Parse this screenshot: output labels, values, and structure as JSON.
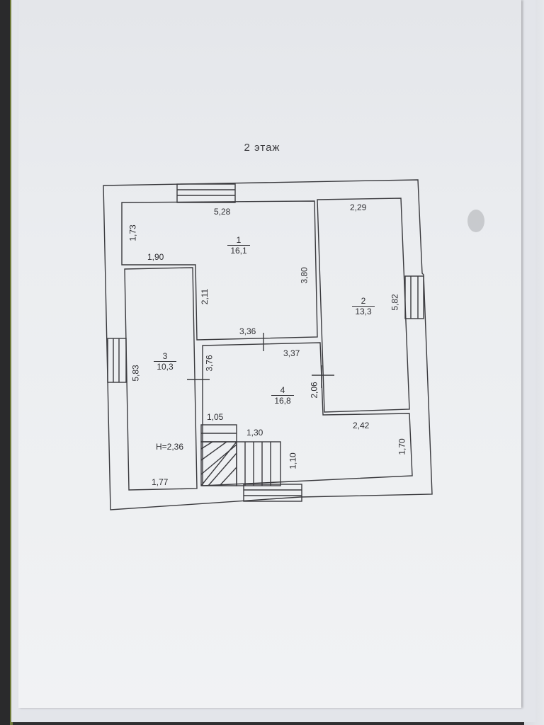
{
  "title": "2 этаж",
  "rooms": [
    {
      "number": "1",
      "area": "16,1"
    },
    {
      "number": "2",
      "area": "13,3"
    },
    {
      "number": "3",
      "area": "10,3"
    },
    {
      "number": "4",
      "area": "16,8"
    }
  ],
  "dimensions": {
    "r1_top": "5,28",
    "r1_left": "1,73",
    "r1_step": "1,90",
    "r1_inner_wall": "2,11",
    "r1_right": "3,80",
    "r1_bottom": "3,36",
    "r2_top": "2,29",
    "r2_right": "5,82",
    "r3_top": "3,76",
    "r3_left": "5,83",
    "r3_bottom": "1,77",
    "r3_height": "H=2,36",
    "r4_top": "3,37",
    "r4_right_wall": "2,06",
    "r4_step_right": "2,42",
    "r4_right": "1,70",
    "stair_width": "1,05",
    "stair_length": "1,30",
    "stair_side": "1,10"
  },
  "colors": {
    "line": "#3a3a3e",
    "paper": "#eceef1"
  }
}
